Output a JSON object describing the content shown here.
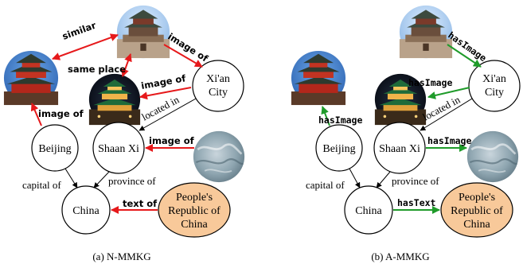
{
  "captions": {
    "left": "(a)  N-MMKG",
    "right": "(b) A-MMKG"
  },
  "nodes": {
    "xian": [
      "Xi'an",
      "City"
    ],
    "shaanxi": "Shaan Xi",
    "beijing": "Beijing",
    "china": "China",
    "prc": [
      "People's",
      "Republic of",
      "China"
    ]
  },
  "labels": {
    "located_in": "located in",
    "province_of": "province of",
    "capital_of": "capital of"
  },
  "nmmkg_labels": {
    "similar": "similar",
    "same_place": "same place",
    "image_of": "image of",
    "text_of": "text of"
  },
  "ammkg_labels": {
    "has_image": "hasImage",
    "has_text": "hasText"
  },
  "colors": {
    "red_edge": "#e6191b",
    "green_edge": "#1f9b2a",
    "prc_fill": "#f8c99a"
  },
  "icons": [
    "bell-tower-day-photo",
    "drum-tower-photo",
    "bell-tower-night-photo",
    "terrain-map-photo"
  ]
}
